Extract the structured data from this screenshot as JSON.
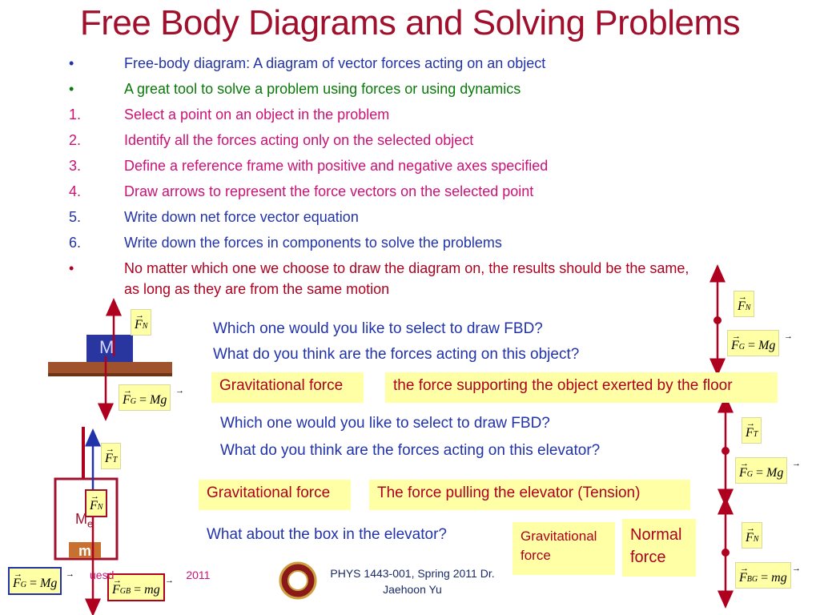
{
  "slide": {
    "title": "Free Body Diagrams and Solving Problems",
    "bullets": [
      {
        "marker": "•",
        "text": "Free-body diagram: A diagram of vector forces acting on an object",
        "color": "#2233aa"
      },
      {
        "marker": "•",
        "text": "A great tool to solve a problem using forces or using dynamics",
        "color": "#0a7a0a"
      },
      {
        "marker": "1.",
        "text": "Select a point on an object in the problem",
        "color": "#cc1177"
      },
      {
        "marker": "2.",
        "text": "Identify all the forces acting only on the selected object",
        "color": "#cc1177"
      },
      {
        "marker": "3.",
        "text": "Define a reference frame with positive and negative axes specified",
        "color": "#cc1177"
      },
      {
        "marker": "4.",
        "text": "Draw arrows to represent the force vectors on the selected point",
        "color": "#cc1177"
      },
      {
        "marker": "5.",
        "text": "Write down net force vector equation",
        "color": "#2233aa"
      },
      {
        "marker": "6.",
        "text": "Write down the forces in components to solve the problems",
        "color": "#2233aa"
      },
      {
        "marker": "•",
        "text": "No matter which one we choose to draw the diagram on, the results should be the same,",
        "text2": "as long as they are from the same motion",
        "color": "#b00020"
      }
    ],
    "block_example": {
      "q1": "Which one would you like to select to draw FBD?",
      "q2": "What do you think are the forces acting on this object?",
      "a1": "Gravitational force",
      "a2": "the force supporting the object exerted by the floor",
      "block_label": "M"
    },
    "elevator_example": {
      "q1": "Which one would you like to select to draw FBD?",
      "q2": "What do you think are the forces acting on this elevator?",
      "a1": "Gravitational force",
      "a2": "The force pulling the elevator (Tension)",
      "elevator_label": "M",
      "elevator_sub": "e",
      "box_label": "m"
    },
    "box_example": {
      "q": "What about the box in the elevator?",
      "a1": "Gravitational force",
      "a2": "Normal force"
    },
    "force_labels": {
      "F": "F",
      "N": "N",
      "T": "T",
      "G": "G",
      "GB": "GB",
      "BG": "BG",
      "eq": "=",
      "M": "M",
      "g": "g",
      "m": "m"
    },
    "footer": {
      "date": "uesd",
      "year": "2011",
      "course_line1": "PHYS 1443-001, Spring 2011 Dr.",
      "course_line2": "Jaehoon Yu"
    },
    "colors": {
      "title": "#a0102c",
      "answer_bg": "#ffffa6",
      "arrow": "#b00020",
      "blue_arrow": "#2233aa",
      "floor": "#a0522d",
      "block": "#2a36a0"
    }
  }
}
